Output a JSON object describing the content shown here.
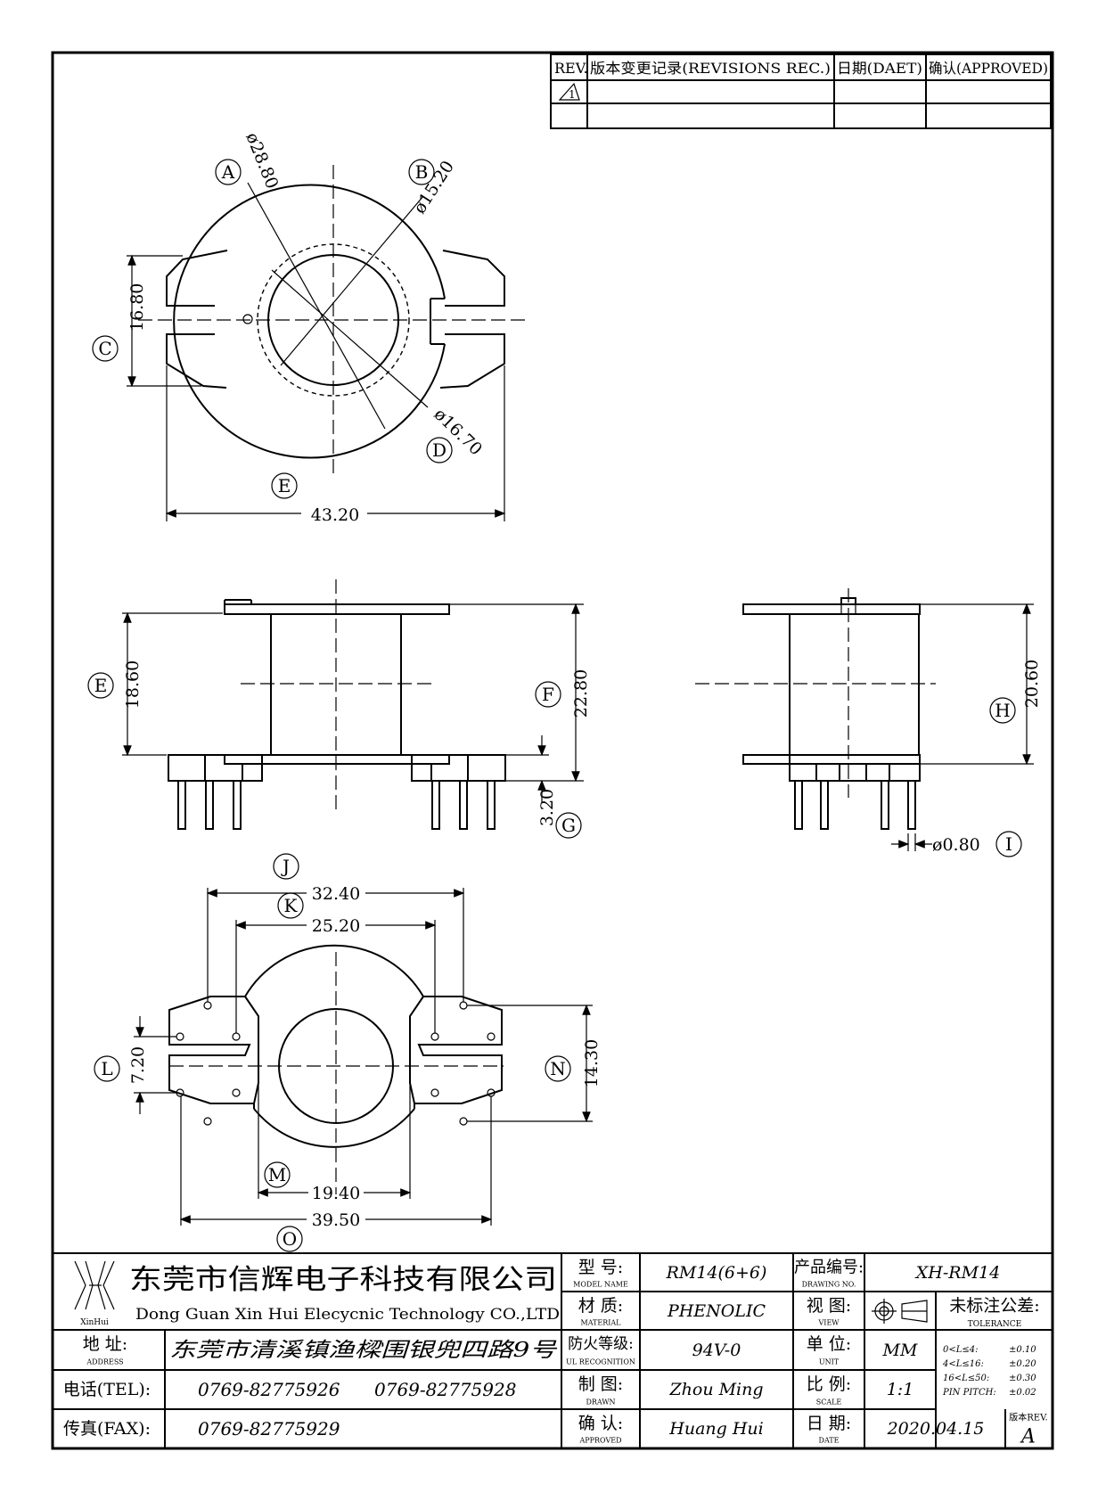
{
  "revision_table": {
    "rev_header": "REV.",
    "record_header": "版本变更记录(REVISIONS REC.)",
    "date_header": "日期(DAET)",
    "approved_header": "确认(APPROVED)",
    "rev_mark": "1"
  },
  "top_view": {
    "labels": {
      "a": "A",
      "b": "B",
      "c": "C",
      "d": "D",
      "e": "E"
    },
    "dims": {
      "a": "ø28.80",
      "b": "ø15.20",
      "c": "16.80",
      "d": "ø16.70",
      "e": "43.20"
    }
  },
  "front_view": {
    "labels": {
      "e": "E",
      "f": "F",
      "g": "G"
    },
    "dims": {
      "e": "18.60",
      "f": "22.80",
      "g": "3.20"
    }
  },
  "side_view": {
    "labels": {
      "h": "H",
      "i": "I"
    },
    "dims": {
      "h": "20.60",
      "i": "ø0.80"
    }
  },
  "bottom_view": {
    "labels": {
      "j": "J",
      "k": "K",
      "l": "L",
      "m": "M",
      "n": "N",
      "o": "O"
    },
    "dims": {
      "j": "32.40",
      "k": "25.20",
      "l": "7.20",
      "m": "19.40",
      "n": "14.30",
      "o": "39.50"
    }
  },
  "title_block": {
    "logo_text": "XinHui",
    "company_cn": "东莞市信辉电子科技有限公司",
    "company_en": "Dong Guan Xin Hui Elecycnic Technology CO.,LTD",
    "address_label": "地  址:",
    "address_label_en": "ADDRESS",
    "address": "东莞市清溪镇渔樑围银兜四路9号",
    "tel_label": "电话(TEL):",
    "tel_1": "0769-82775926",
    "tel_2": "0769-82775928",
    "fax_label": "传真(FAX):",
    "fax": "0769-82775929",
    "model_label": "型  号:",
    "model_label_en": "MODEL NAME",
    "model": "RM14(6+6)",
    "material_label": "材  质:",
    "material_label_en": "MATERIAL",
    "material": "PHENOLIC",
    "ul_label": "防火等级:",
    "ul_label_en": "UL RECOGNITION",
    "ul": "94V-0",
    "drawn_label": "制  图:",
    "drawn_label_en": "DRAWN",
    "drawn": "Zhou Ming",
    "approved_label": "确  认:",
    "approved_label_en": "APPROVED",
    "approved": "Huang Hui",
    "drawing_no_label": "产品编号:",
    "drawing_no_label_en": "DRAWING NO.",
    "drawing_no": "XH-RM14",
    "view_label": "视  图:",
    "view_label_en": "VIEW",
    "unit_label": "单  位:",
    "unit_label_en": "UNIT",
    "unit": "MM",
    "scale_label": "比  例:",
    "scale_label_en": "SCALE",
    "scale": "1:1",
    "date_label": "日  期:",
    "date_label_en": "DATE",
    "date": "2020.04.15",
    "tolerance_label": "未标注公差:",
    "tolerance_label_en": "TOLERANCE",
    "tolerances": [
      {
        "range": "0<L≤4:",
        "value": "±0.10"
      },
      {
        "range": "4<L≤16:",
        "value": "±0.20"
      },
      {
        "range": "16<L≤50:",
        "value": "±0.30"
      },
      {
        "range": "PIN PITCH:",
        "value": "±0.02"
      }
    ],
    "version_label": "版本REV.",
    "version": "A"
  }
}
